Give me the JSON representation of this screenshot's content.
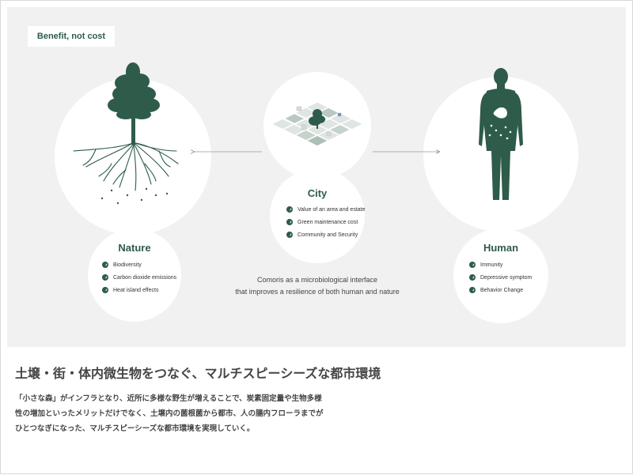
{
  "badge": {
    "label": "Benefit, not cost"
  },
  "nature": {
    "title": "Nature",
    "items": [
      "Biodiversity",
      "Carbon dioxide emissions",
      "Heat island effects"
    ],
    "icon": "tree-roots-icon"
  },
  "city": {
    "title": "City",
    "items": [
      "Value of an area and estate",
      "Green maintenance cost",
      "Community and Security"
    ],
    "icon": "isometric-city-grid-icon"
  },
  "human": {
    "title": "Human",
    "items": [
      "Immunity",
      "Depressive symptom",
      "Behavior Change"
    ],
    "icon": "human-body-icon"
  },
  "caption": {
    "line1": "Comoris as a  microbiological interface",
    "line2": "that improves a resilience of both human and nature"
  },
  "heading": "土壌・街・体内微生物をつなぐ、マルチスピーシーズな都市環境",
  "body": {
    "lines": [
      "「小さな森」がインフラとなり、近所に多様な野生が増えることで、炭素固定量や生物多様",
      "性の増加といったメリットだけでなく、土壌内の菌根菌から都市、人の腸内フローラまでが",
      "ひとつなぎになった、マルチスピーシーズな都市環境を実現していく。"
    ]
  },
  "colors": {
    "accent": "#2e5b4a",
    "panel": "#f1f1f1",
    "text": "#444444"
  }
}
